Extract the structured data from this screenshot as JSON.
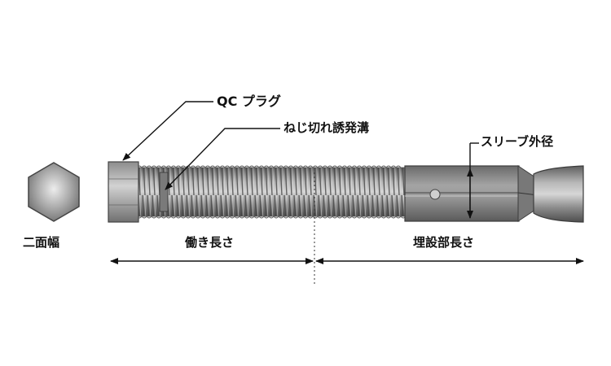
{
  "labels": {
    "qc_plug": "QC プラグ",
    "thread_groove": "ねじ切れ誘発溝",
    "sleeve_diameter": "スリーブ外径",
    "width_across_flats": "二面幅",
    "working_length": "働き長さ",
    "embedment_length": "埋設部長さ"
  },
  "colors": {
    "ink": "#111111",
    "metal": "#8d8d8d",
    "metal_light": "#cfcfcf",
    "metal_dark": "#555555"
  }
}
